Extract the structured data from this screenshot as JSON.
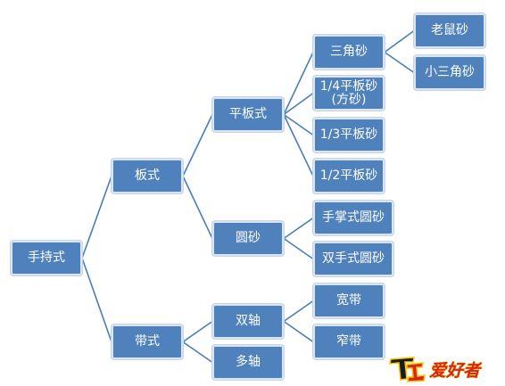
{
  "diagram": {
    "colors": {
      "node_fill": "#4f81bd",
      "node_border": "#dbe5f1",
      "connector": "#4a7ebb",
      "text": "#ffffff"
    },
    "nodes": {
      "root": "手持式",
      "plate": "板式",
      "belt": "带式",
      "flat_plate": "平板式",
      "round_sander": "圆砂",
      "dual_axis": "双轴",
      "multi_axis": "多轴",
      "triangle": "三角砂",
      "quarter_sheet": "1/4平板砂\n(方砂)",
      "third_sheet": "1/3平板砂",
      "half_sheet": "1/2平板砂",
      "palm_round": "手掌式圆砂",
      "two_hand_round": "双手式圆砂",
      "wide_belt": "宽带",
      "narrow_belt": "窄带",
      "mouse_sander": "老鼠砂",
      "small_triangle": "小三角砂"
    },
    "edges": [
      [
        "root",
        "plate"
      ],
      [
        "root",
        "belt"
      ],
      [
        "plate",
        "flat_plate"
      ],
      [
        "plate",
        "round_sander"
      ],
      [
        "belt",
        "dual_axis"
      ],
      [
        "belt",
        "multi_axis"
      ],
      [
        "flat_plate",
        "triangle"
      ],
      [
        "flat_plate",
        "quarter_sheet"
      ],
      [
        "flat_plate",
        "third_sheet"
      ],
      [
        "flat_plate",
        "half_sheet"
      ],
      [
        "round_sander",
        "palm_round"
      ],
      [
        "round_sander",
        "two_hand_round"
      ],
      [
        "dual_axis",
        "wide_belt"
      ],
      [
        "dual_axis",
        "narrow_belt"
      ],
      [
        "triangle",
        "mouse_sander"
      ],
      [
        "triangle",
        "small_triangle"
      ]
    ]
  },
  "watermark": {
    "text": "爱好者",
    "colors": {
      "primary": "#d8261d",
      "outline": "#f5c400",
      "dark": "#1a1a1a"
    }
  }
}
